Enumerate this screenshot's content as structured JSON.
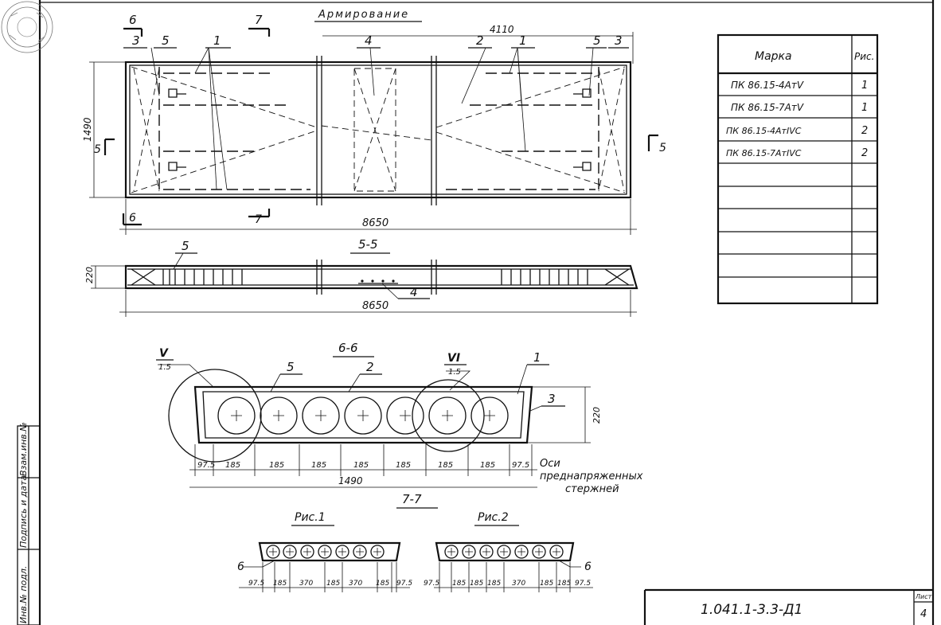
{
  "drawing": {
    "title": "Армирование",
    "section_views": {
      "s55": "5-5",
      "s66": "6-6",
      "s77": "7-7",
      "fig1": "Рис.1",
      "fig2": "Рис.2"
    },
    "cut_marks": {
      "c6": "6",
      "c7": "7",
      "c5": "5"
    },
    "dimensions": {
      "length": "8650",
      "length_55": "8650",
      "width": "1490",
      "height": "220",
      "height_66": "220",
      "partial_length": "4110",
      "width_66": "1490",
      "spacing_66": [
        "97.5",
        "185",
        "185",
        "185",
        "185",
        "185",
        "185",
        "185",
        "97.5"
      ],
      "spacing_fig1": [
        "97.5",
        "185",
        "370",
        "185",
        "370",
        "185",
        "97.5"
      ],
      "spacing_fig2": [
        "97.5",
        "185",
        "185",
        "185",
        "370",
        "185",
        "185",
        "97.5"
      ]
    },
    "callouts": [
      "1",
      "2",
      "3",
      "4",
      "5",
      "6"
    ],
    "detail_v": {
      "numeral": "V",
      "scale": "1.5"
    },
    "detail_vi": {
      "numeral": "VI",
      "scale": "1.5"
    },
    "axes_note": [
      "Оси",
      "преднапряженных",
      "стержней"
    ]
  },
  "marks_table": {
    "header_mark": "Марка",
    "header_fig": "Рис.",
    "rows": [
      {
        "mark": "ПК 86.15-4АтV",
        "fig": "1"
      },
      {
        "mark": "ПК 86.15-7АтV",
        "fig": "1"
      },
      {
        "mark": "ПК 86.15-4АтIVС",
        "fig": "2"
      },
      {
        "mark": "ПК 86.15-7АтIVС",
        "fig": "2"
      }
    ],
    "empty_rows": 6
  },
  "title_block": {
    "code": "1.041.1-3.3-Д1",
    "sheet_label": "Лист",
    "sheet_number": "4"
  },
  "side_stamp": [
    "Инв.№ подл.",
    "Подпись и дата",
    "Взам.инв.№"
  ]
}
